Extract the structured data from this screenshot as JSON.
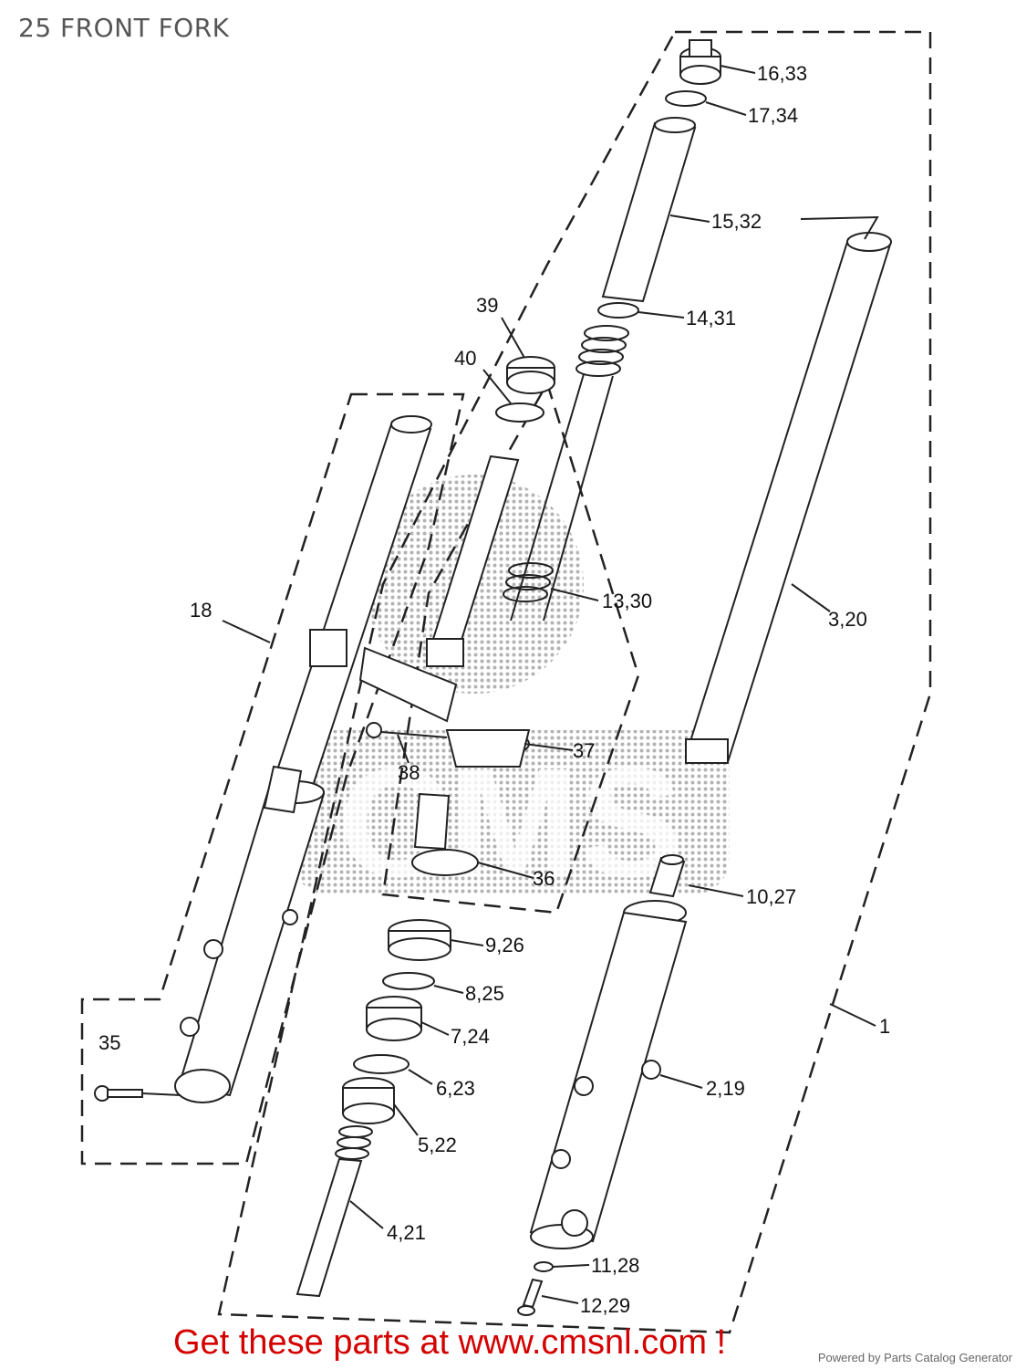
{
  "title": "25 FRONT FORK",
  "promo_text": "Get these parts at www.cmsnl.com !",
  "credit_text": "Powered by Parts Catalog Generator",
  "watermark_text": "CMS",
  "colors": {
    "promo": "#d40000",
    "line": "#222222",
    "watermark": "#9a9a9a"
  },
  "callouts": [
    {
      "id": "c1",
      "text": "16,33"
    },
    {
      "id": "c2",
      "text": "17,34"
    },
    {
      "id": "c3",
      "text": "15,32"
    },
    {
      "id": "c4",
      "text": "14,31"
    },
    {
      "id": "c5",
      "text": "39"
    },
    {
      "id": "c6",
      "text": "40"
    },
    {
      "id": "c7",
      "text": "13,30"
    },
    {
      "id": "c8",
      "text": "3,20"
    },
    {
      "id": "c9",
      "text": "18"
    },
    {
      "id": "c10",
      "text": "37"
    },
    {
      "id": "c11",
      "text": "38"
    },
    {
      "id": "c12",
      "text": "36"
    },
    {
      "id": "c13",
      "text": "10,27"
    },
    {
      "id": "c14",
      "text": "9,26"
    },
    {
      "id": "c15",
      "text": "8,25"
    },
    {
      "id": "c16",
      "text": "7,24"
    },
    {
      "id": "c17",
      "text": "1"
    },
    {
      "id": "c18",
      "text": "35"
    },
    {
      "id": "c19",
      "text": "6,23"
    },
    {
      "id": "c20",
      "text": "2,19"
    },
    {
      "id": "c21",
      "text": "5,22"
    },
    {
      "id": "c22",
      "text": "4,21"
    },
    {
      "id": "c23",
      "text": "11,28"
    },
    {
      "id": "c24",
      "text": "12,29"
    }
  ]
}
